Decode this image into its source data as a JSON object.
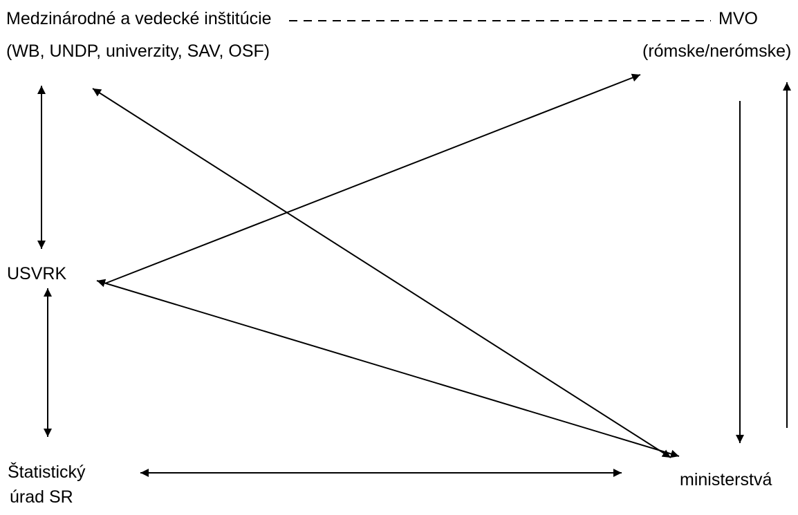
{
  "nodes": {
    "institutions": {
      "line1": "Medzinárodné a vedecké inštitúcie",
      "line2": "(WB, UNDP, univerzity, SAV, OSF)"
    },
    "ngo": {
      "line1": "MVO",
      "line2": "(rómske/nerómske)"
    },
    "usvrk": {
      "label": "USVRK"
    },
    "statistics_office": {
      "line1": "Štatistický",
      "line2": "úrad SR"
    },
    "ministries": {
      "label": "ministerstvá"
    }
  },
  "colors": {
    "text": "#000000",
    "lines": "#000000",
    "background": "#ffffff"
  }
}
